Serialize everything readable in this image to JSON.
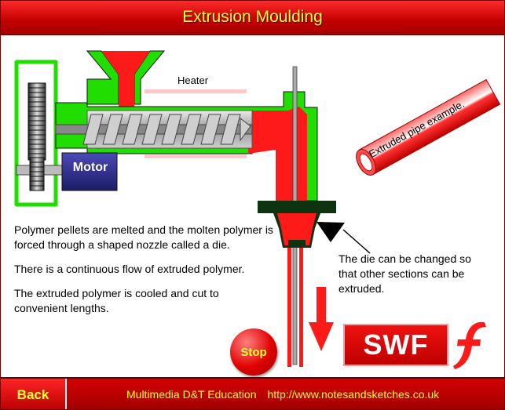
{
  "header": {
    "title": "Extrusion Moulding"
  },
  "diagram": {
    "heater_label": "Heater",
    "motor_label": "Motor",
    "pipe_label": "Extruded pipe example."
  },
  "description": {
    "paragraphs": [
      "Polymer pellets are melted and the molten polymer is forced through a shaped nozzle called a die.",
      "There is a continuous flow of extruded polymer.",
      "The extruded polymer is cooled and cut to convenient lengths."
    ]
  },
  "die_note": "The die can be changed so that other sections can be extruded.",
  "controls": {
    "stop_label": "Stop",
    "back_label": "Back"
  },
  "badge": {
    "swf_label": "SWF"
  },
  "footer": {
    "org": "Multimedia D&T Education",
    "url": "http://www.notesandsketches.co.uk"
  },
  "colors": {
    "title_bar": "#cc0000",
    "title_text": "#ffff33",
    "machine_body": "#22dd00",
    "molten_polymer": "#ff1a1a",
    "motor": "#2a2a8a",
    "die": "#0d3311"
  },
  "icons": [
    "gear-icon",
    "screw-icon",
    "arrow-down-icon",
    "pointer-arrow-icon",
    "flash-logo-icon"
  ]
}
